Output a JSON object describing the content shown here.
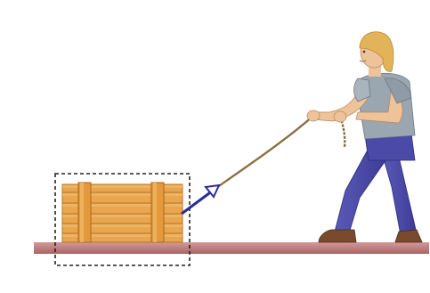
{
  "scene": {
    "colors": {
      "background": "#ffffff",
      "floor_top": "#c98a8a",
      "floor_bottom": "#a86464",
      "crate_light": "#efb765",
      "crate_mid": "#e7a24a",
      "crate_dark": "#b8731f",
      "rope": "#8a6a3c",
      "force_arrow": "#2b2b9c",
      "system_boundary": "#222222",
      "shirt": "#9aa6b0",
      "jeans": "#4b4aa8",
      "skin": "#eec39a",
      "hair": "#e3b35a",
      "shoes": "#7a4a2c"
    },
    "icons": {
      "floor": "floor-strip",
      "crate": "wooden-crate",
      "boundary": "dashed-system-boundary",
      "rope": "pulling-rope",
      "arrow": "force-arrow-icon",
      "person": "person-pulling-figure"
    }
  }
}
